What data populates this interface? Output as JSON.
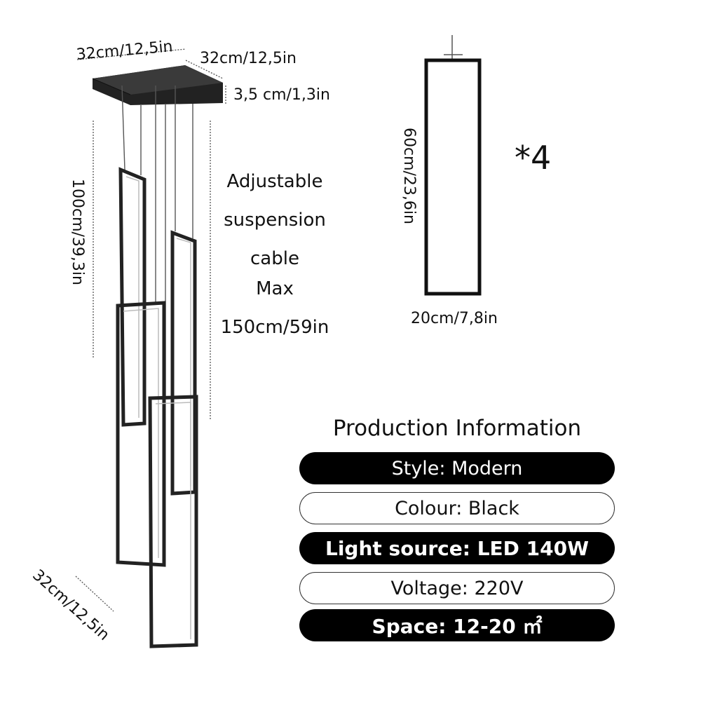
{
  "dimensions": {
    "canopy_width": "32cm/12,5in",
    "canopy_depth": "32cm/12,5in",
    "canopy_height": "3,5 cm/1,3in",
    "drop_height": "100cm/39,3in",
    "base_footprint": "32cm/12,5in",
    "panel_height": "60cm/23,6in",
    "panel_width": "20cm/7,8in"
  },
  "cable_note": {
    "line1": "Adjustable",
    "line2": "suspension",
    "line3": "cable",
    "line4": "Max",
    "line5": "150cm/59in"
  },
  "quantity": "*4",
  "info": {
    "title": "Production Information",
    "rows": [
      {
        "label": "Style: Modern",
        "style": "dark"
      },
      {
        "label": "Colour: Black",
        "style": "light"
      },
      {
        "label": "Light source: LED 140W",
        "style": "dark"
      },
      {
        "label": "Voltage: 220V",
        "style": "light"
      },
      {
        "label": "Space: 12-20 ㎡",
        "style": "dark"
      }
    ]
  },
  "colors": {
    "fixture": "#1a1a1a",
    "pill_dark": "#000000",
    "pill_light_border": "#333333"
  }
}
